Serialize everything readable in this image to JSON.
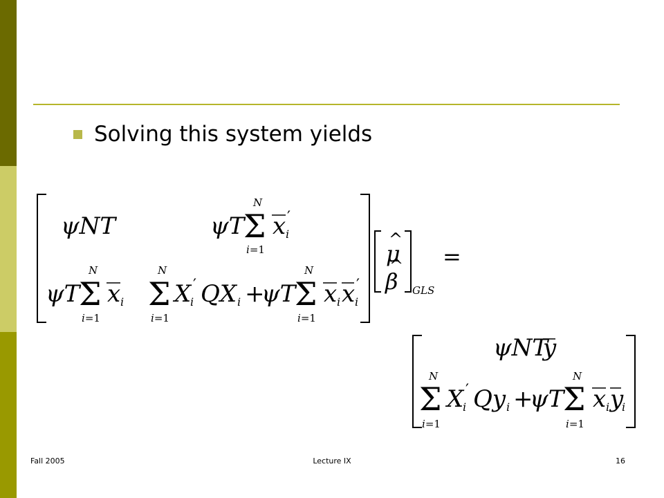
{
  "slide": {
    "bullet": "Solving this system yields",
    "equation": {
      "lhs_row1": [
        "ψNT",
        "ψT Σ x̄ᵢ′"
      ],
      "lhs_row2": [
        "ψT Σ x̄ᵢ",
        "Σ Xᵢ′QXᵢ + ψT Σ x̄ᵢx̄ᵢ′"
      ],
      "vector": [
        "μ̂",
        "β̂"
      ],
      "vector_subscript": "GLS",
      "equals": "=",
      "rhs": [
        "ψNTȳ",
        "Σ Xᵢ′Qyᵢ + ψT Σ x̄ᵢȳᵢ"
      ],
      "sum_upper": "N",
      "sum_lower": "i=1"
    }
  },
  "footer": {
    "left": "Fall 2005",
    "center": "Lecture IX",
    "right": "16"
  },
  "colors": {
    "sidebar_top": "#6b6a00",
    "sidebar_middle": "#cccc66",
    "sidebar_bottom": "#999900",
    "rule": "#b5b52a",
    "bullet": "#b8b84a"
  }
}
